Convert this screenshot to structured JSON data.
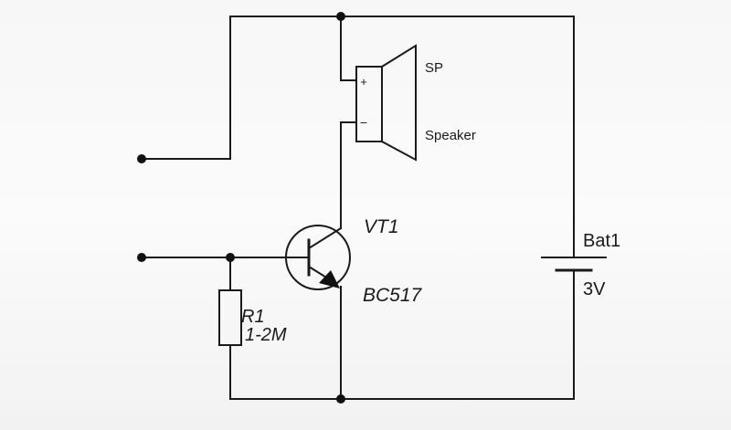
{
  "speaker": {
    "ref": "SP",
    "name": "Speaker",
    "plus": "+",
    "minus": "−"
  },
  "transistor": {
    "ref": "VT1",
    "part": "BC517"
  },
  "resistor": {
    "ref": "R1",
    "value": "1-2M"
  },
  "battery": {
    "ref": "Bat1",
    "value": "3V"
  }
}
